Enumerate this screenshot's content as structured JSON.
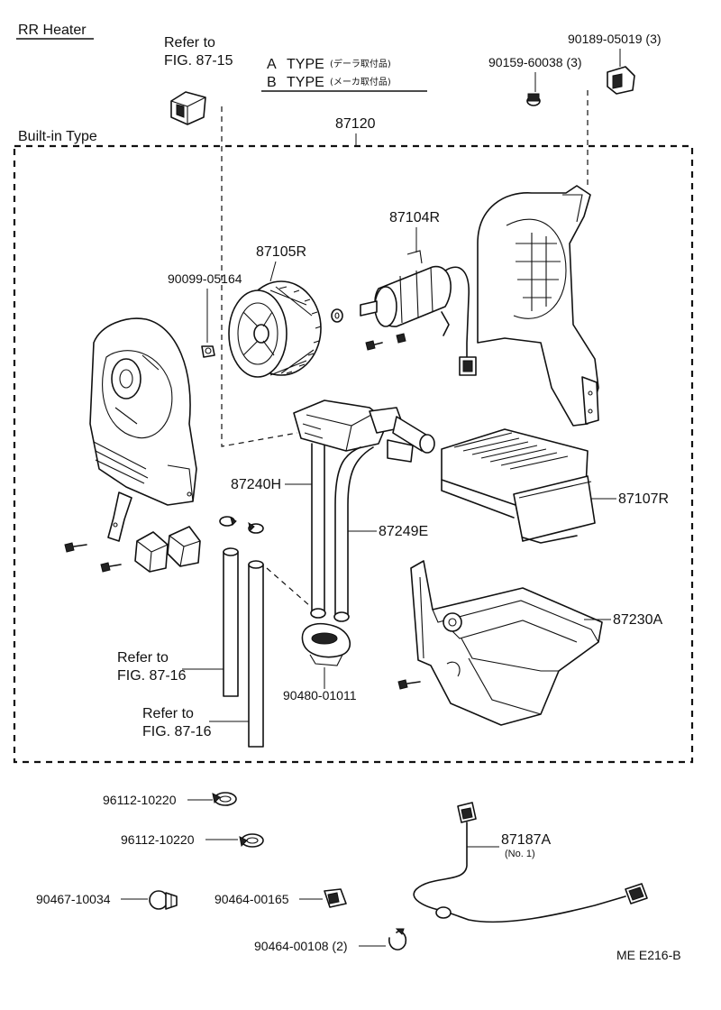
{
  "header": {
    "title": "RR Heater",
    "built_in": "Built-in Type",
    "legend_a_key": "A",
    "legend_a_word": "TYPE",
    "legend_a_jp": "(デーラ取付品)",
    "legend_b_key": "B",
    "legend_b_word": "TYPE",
    "legend_b_jp": "(メーカ取付品)"
  },
  "refs": {
    "r1_a": "Refer to",
    "r1_b": "FIG. 87-15",
    "r2_a": "Refer to",
    "r2_b": "FIG. 87-16",
    "r3_a": "Refer to",
    "r3_b": "FIG. 87-16"
  },
  "parts": {
    "p87120": "87120",
    "p90189": "90189-05019 (3)",
    "p90159": "90159-60038 (3)",
    "p87104R": "87104R",
    "p87105R": "87105R",
    "p90099": "90099-05164",
    "p87240H": "87240H",
    "p87249E": "87249E",
    "p87107R": "87107R",
    "p87230A": "87230A",
    "p90480": "90480-01011",
    "p96112a": "96112-10220",
    "p96112b": "96112-10220",
    "p87187A": "87187A",
    "p87187A_sub": "(No. 1)",
    "p90467": "90467-10034",
    "p90464a": "90464-00165",
    "p90464b": "90464-00108 (2)"
  },
  "footer": {
    "code": "ME  E216-B"
  }
}
